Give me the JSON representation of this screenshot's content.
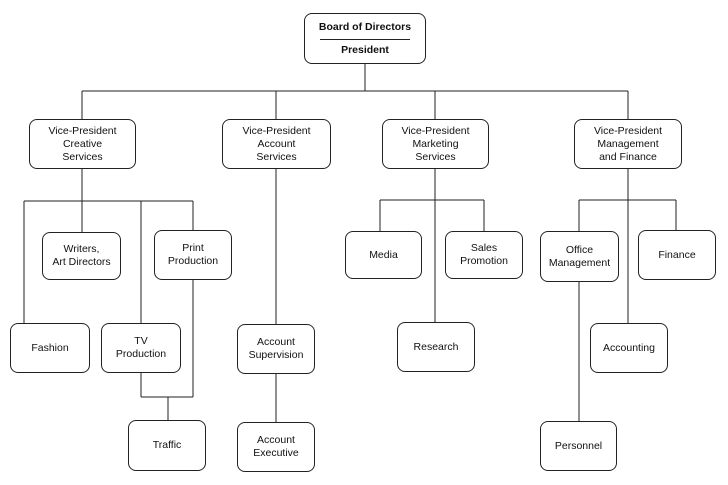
{
  "org_chart": {
    "root": {
      "title": "Board of Directors",
      "subtitle": "President"
    },
    "vice_presidents": {
      "creative": "Vice-President\nCreative\nServices",
      "account": "Vice-President\nAccount\nServices",
      "marketing": "Vice-President\nMarketing\nServices",
      "management": "Vice-President\nManagement\nand Finance"
    },
    "creative_units": {
      "writers": "Writers,\nArt Directors",
      "print": "Print\nProduction",
      "fashion": "Fashion",
      "tv": "TV\nProduction",
      "traffic": "Traffic"
    },
    "account_units": {
      "supervision": "Account\nSupervision",
      "executive": "Account\nExecutive"
    },
    "marketing_units": {
      "media": "Media",
      "sales": "Sales\nPromotion",
      "research": "Research"
    },
    "management_units": {
      "office": "Office\nManagement",
      "finance": "Finance",
      "accounting": "Accounting",
      "personnel": "Personnel"
    },
    "colors": {
      "line": "#222222",
      "box_border": "#222222",
      "background": "#ffffff"
    }
  }
}
